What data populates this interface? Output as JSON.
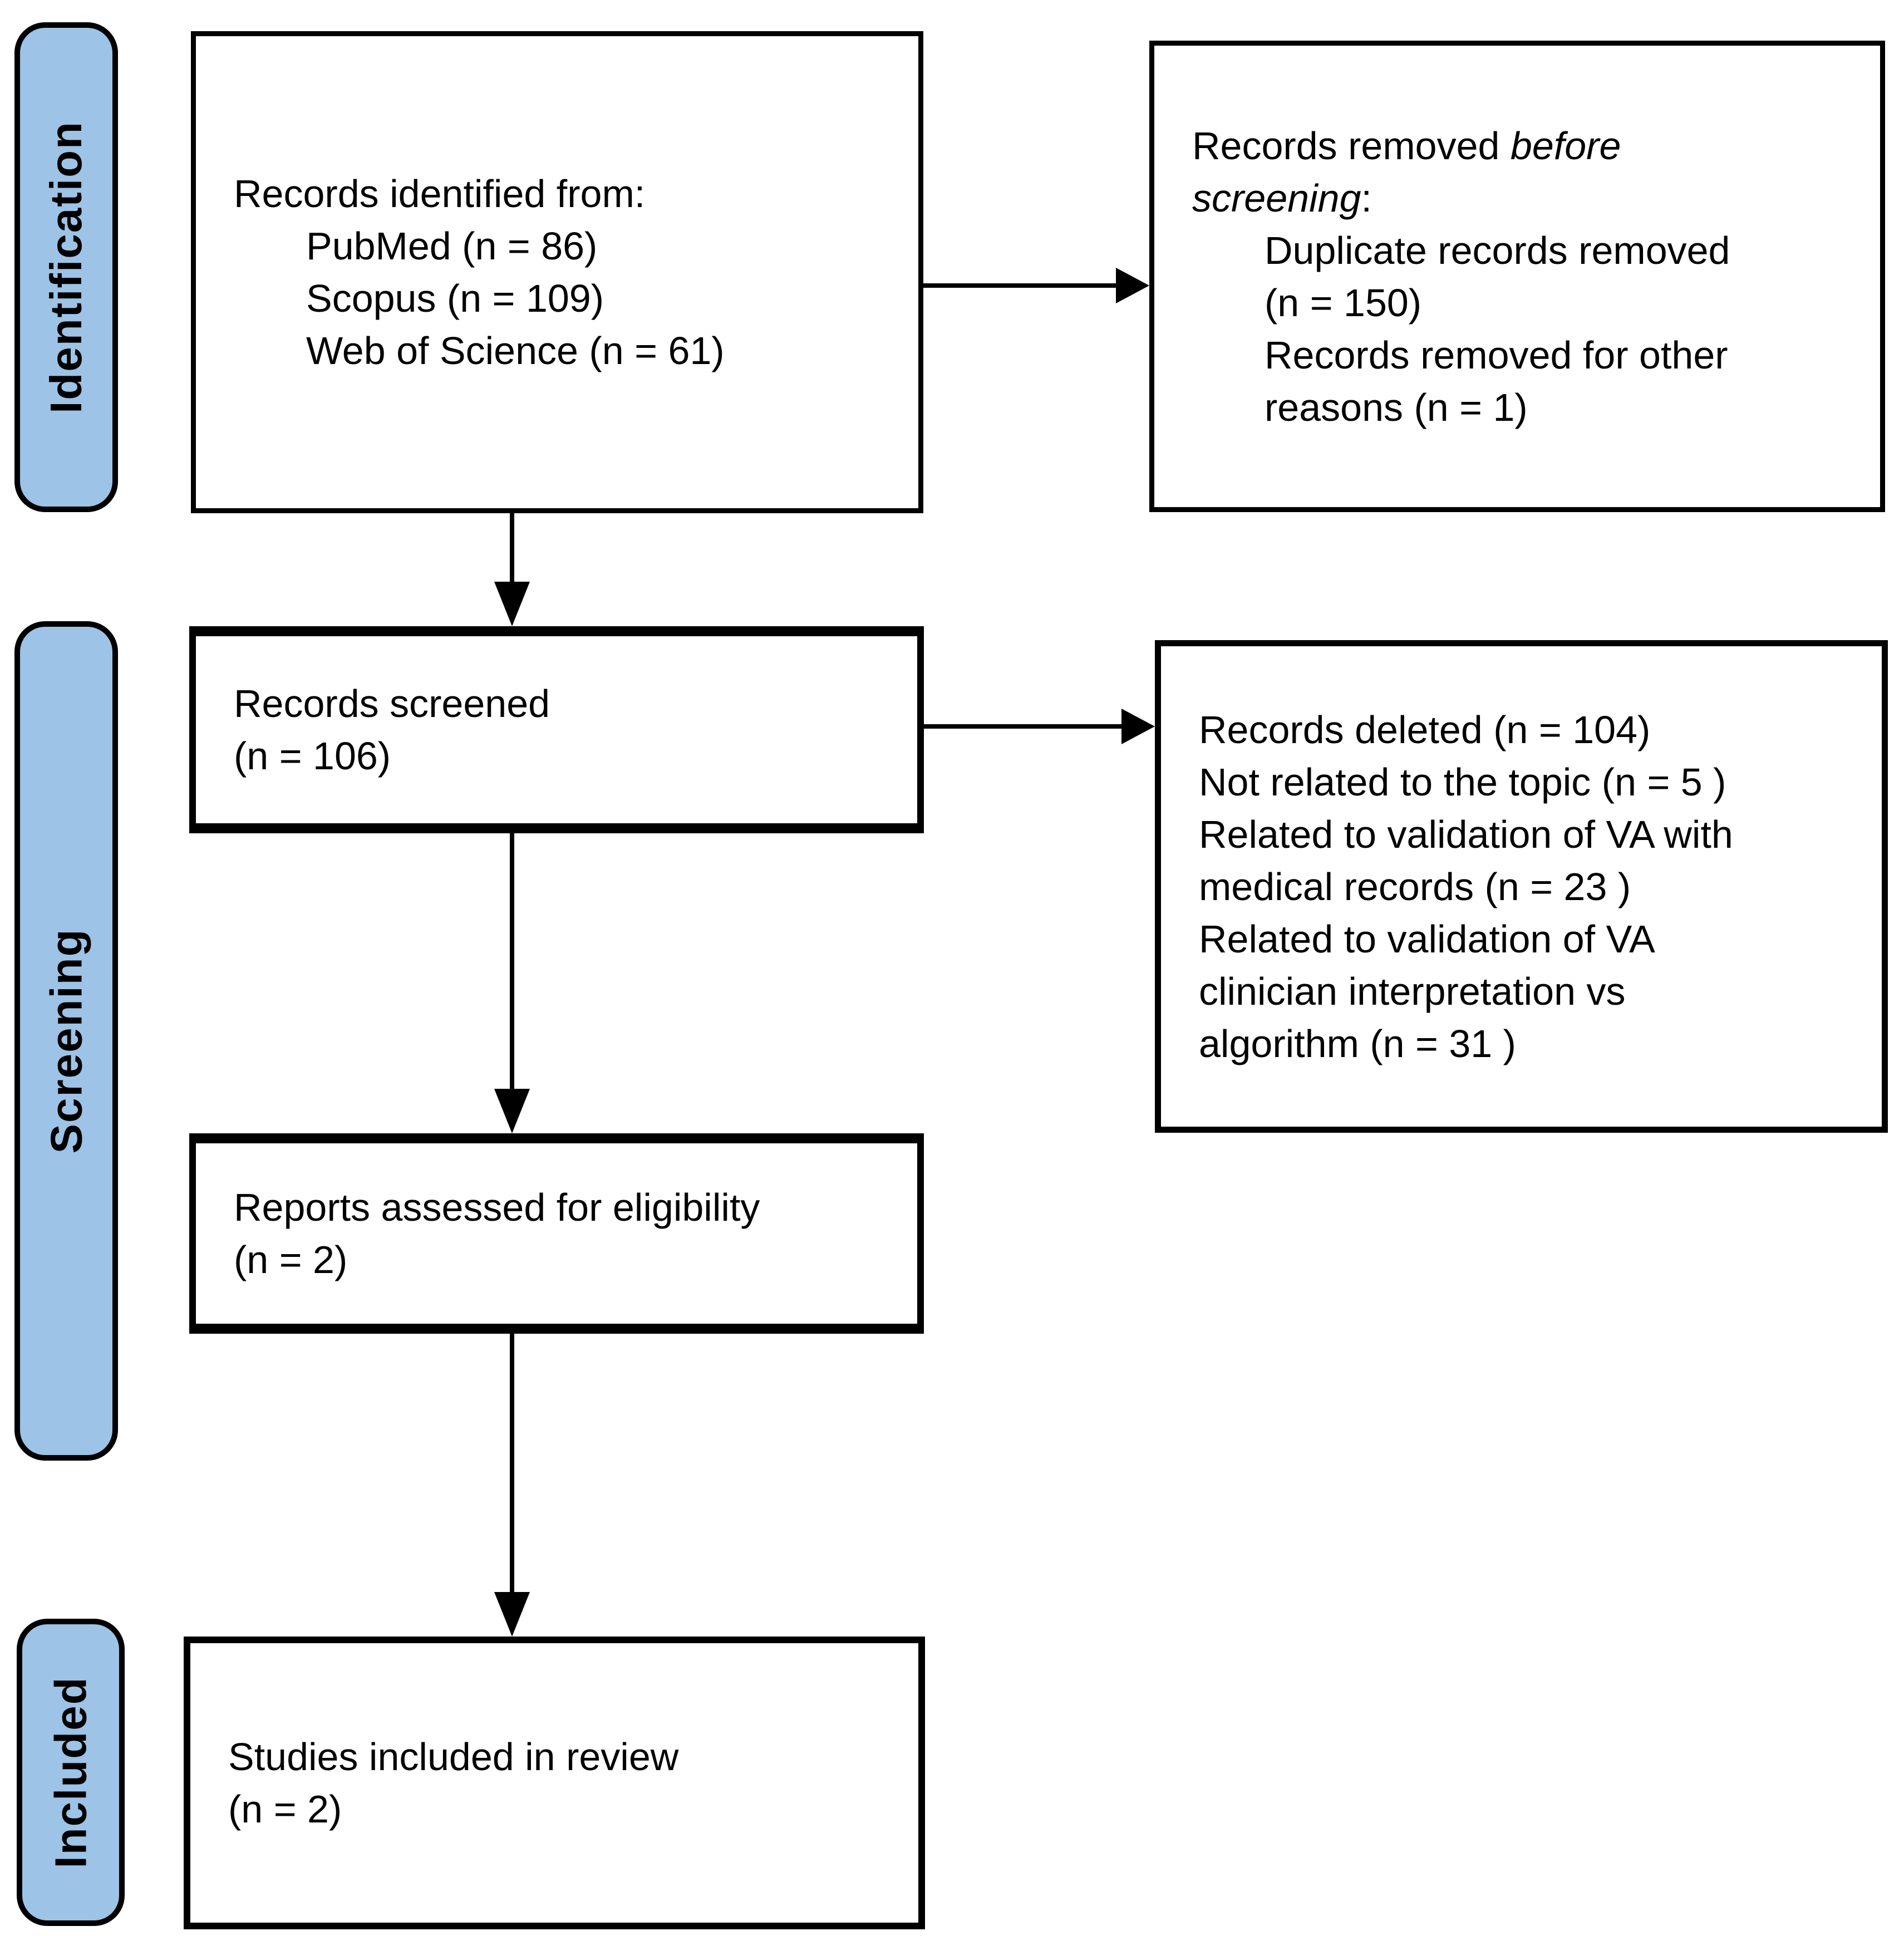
{
  "diagram": {
    "stages": {
      "identification": "Identification",
      "screening": "Screening",
      "included": "Included"
    },
    "boxes": {
      "records_identified": {
        "line1": "Records identified from:",
        "line2": "PubMed (n = 86)",
        "line3": "Scopus (n = 109)",
        "line4": "Web of Science (n = 61)"
      },
      "records_removed": {
        "line1_pre": "Records removed ",
        "line1_em": "before",
        "line2_em": "screening",
        "line2_post": ":",
        "line3": "Duplicate records removed",
        "line4": "(n = 150)",
        "line5": "Records removed for other",
        "line6": "reasons (n = 1)"
      },
      "records_screened": {
        "line1": "Records screened",
        "line2": "(n = 106)"
      },
      "records_deleted": {
        "line1": "Records deleted (n = 104)",
        "line2": "Not related to the topic (n = 5 )",
        "line3": "Related to validation of VA with",
        "line4": "medical records (n = 23 )",
        "line5": "Related to validation of VA",
        "line6": "clinician interpretation vs",
        "line7": "algorithm (n = 31 )"
      },
      "reports_assessed": {
        "line1": "Reports assessed for eligibility",
        "line2": "(n = 2)"
      },
      "studies_included": {
        "line1": "Studies included in review",
        "line2": "(n = 2)"
      }
    },
    "colors": {
      "stage_fill": "#9DC3E6",
      "stroke": "#000000",
      "background": "#FFFFFF"
    }
  }
}
